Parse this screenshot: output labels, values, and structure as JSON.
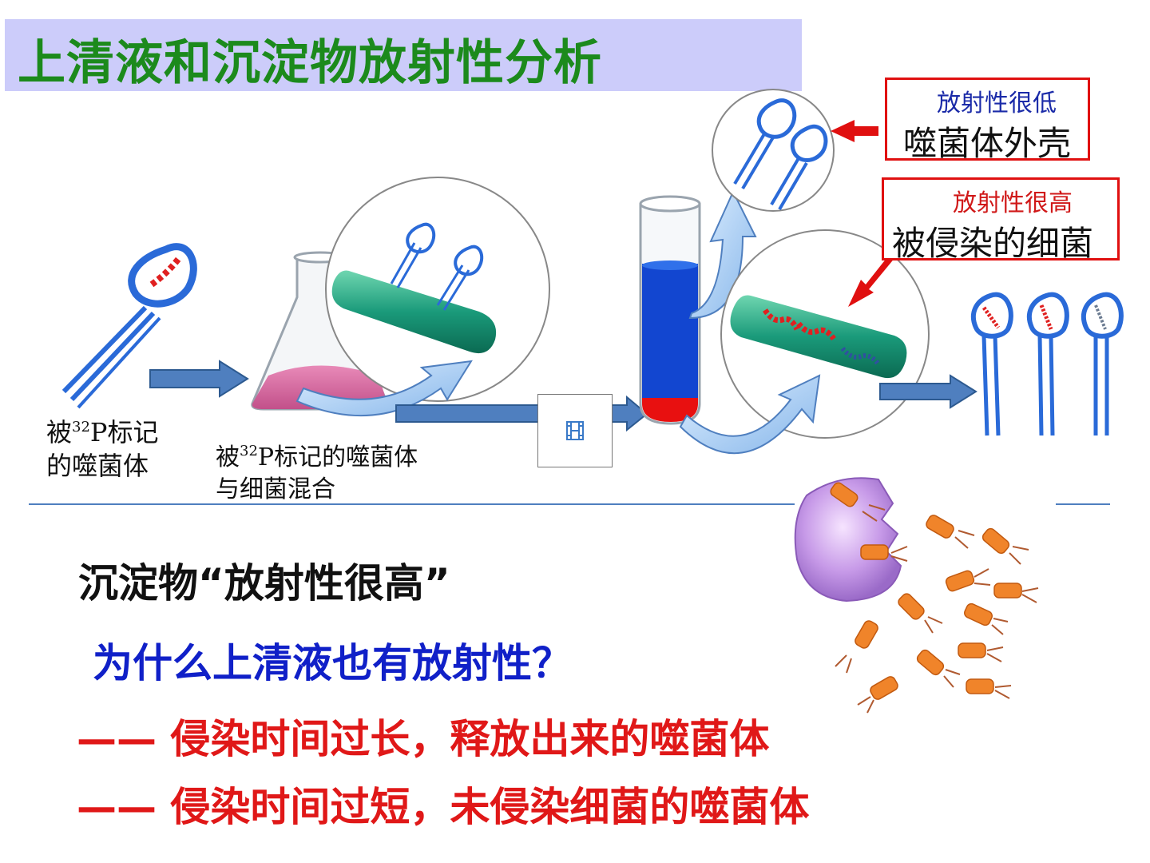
{
  "title": "上清液和沉淀物放射性分析",
  "label_low": {
    "small": "放射性很低",
    "big": "噬菌体外壳"
  },
  "label_high": {
    "small": "放射性很高",
    "big": "被侵染的细菌"
  },
  "caption_phage": {
    "prefix": "被",
    "superscript": "32",
    "rest": "P标记",
    "line2": "的噬菌体"
  },
  "caption_mix": {
    "prefix": "被",
    "superscript": "32",
    "rest": "P标记的噬菌体",
    "line2": "与细菌混合"
  },
  "statement_sediment": "沉淀物“放射性很高”",
  "question": "为什么上清液也有放射性？",
  "reason_long": "—— 侵染时间过长，释放出来的噬菌体",
  "reason_short": "—— 侵染时间过短，未侵染细菌的噬菌体",
  "icons": {
    "media": "film-icon"
  },
  "colors": {
    "title_text": "#1c8a1c",
    "title_bg": "#ccccfa",
    "phage": "#2a6ad8",
    "dna": "#e02020",
    "bacterium": "#1a9a7a",
    "label_border": "#e01010",
    "low_text": "#1a2aa8",
    "high_text": "#d01818",
    "question": "#1020c8",
    "reason": "#e01818"
  }
}
